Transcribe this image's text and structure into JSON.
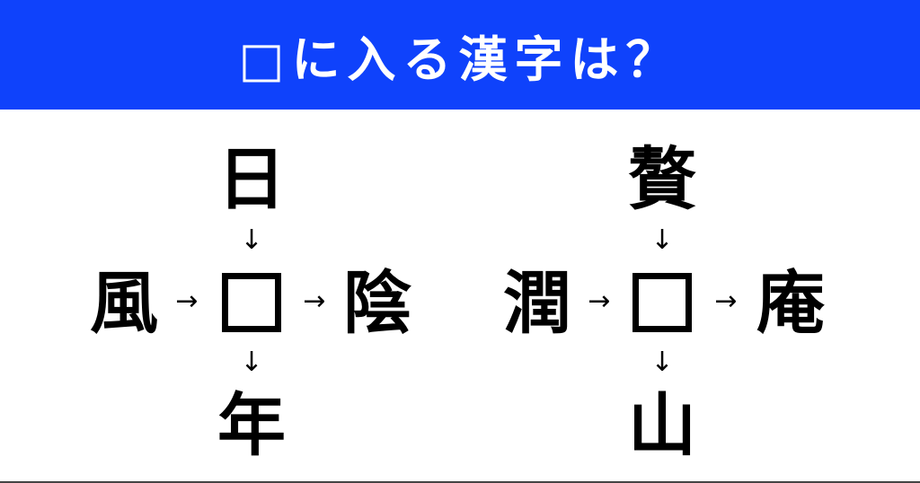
{
  "header": {
    "title": "□に入る漢字は？",
    "background_color": "#0f42fb",
    "text_color": "#ffffff"
  },
  "puzzles": [
    {
      "top": "日",
      "left": "風",
      "right": "陰",
      "bottom": "年",
      "arrow_down": "↓",
      "arrow_right": "→"
    },
    {
      "top": "贅",
      "left": "潤",
      "right": "庵",
      "bottom": "山",
      "arrow_down": "↓",
      "arrow_right": "→"
    }
  ]
}
